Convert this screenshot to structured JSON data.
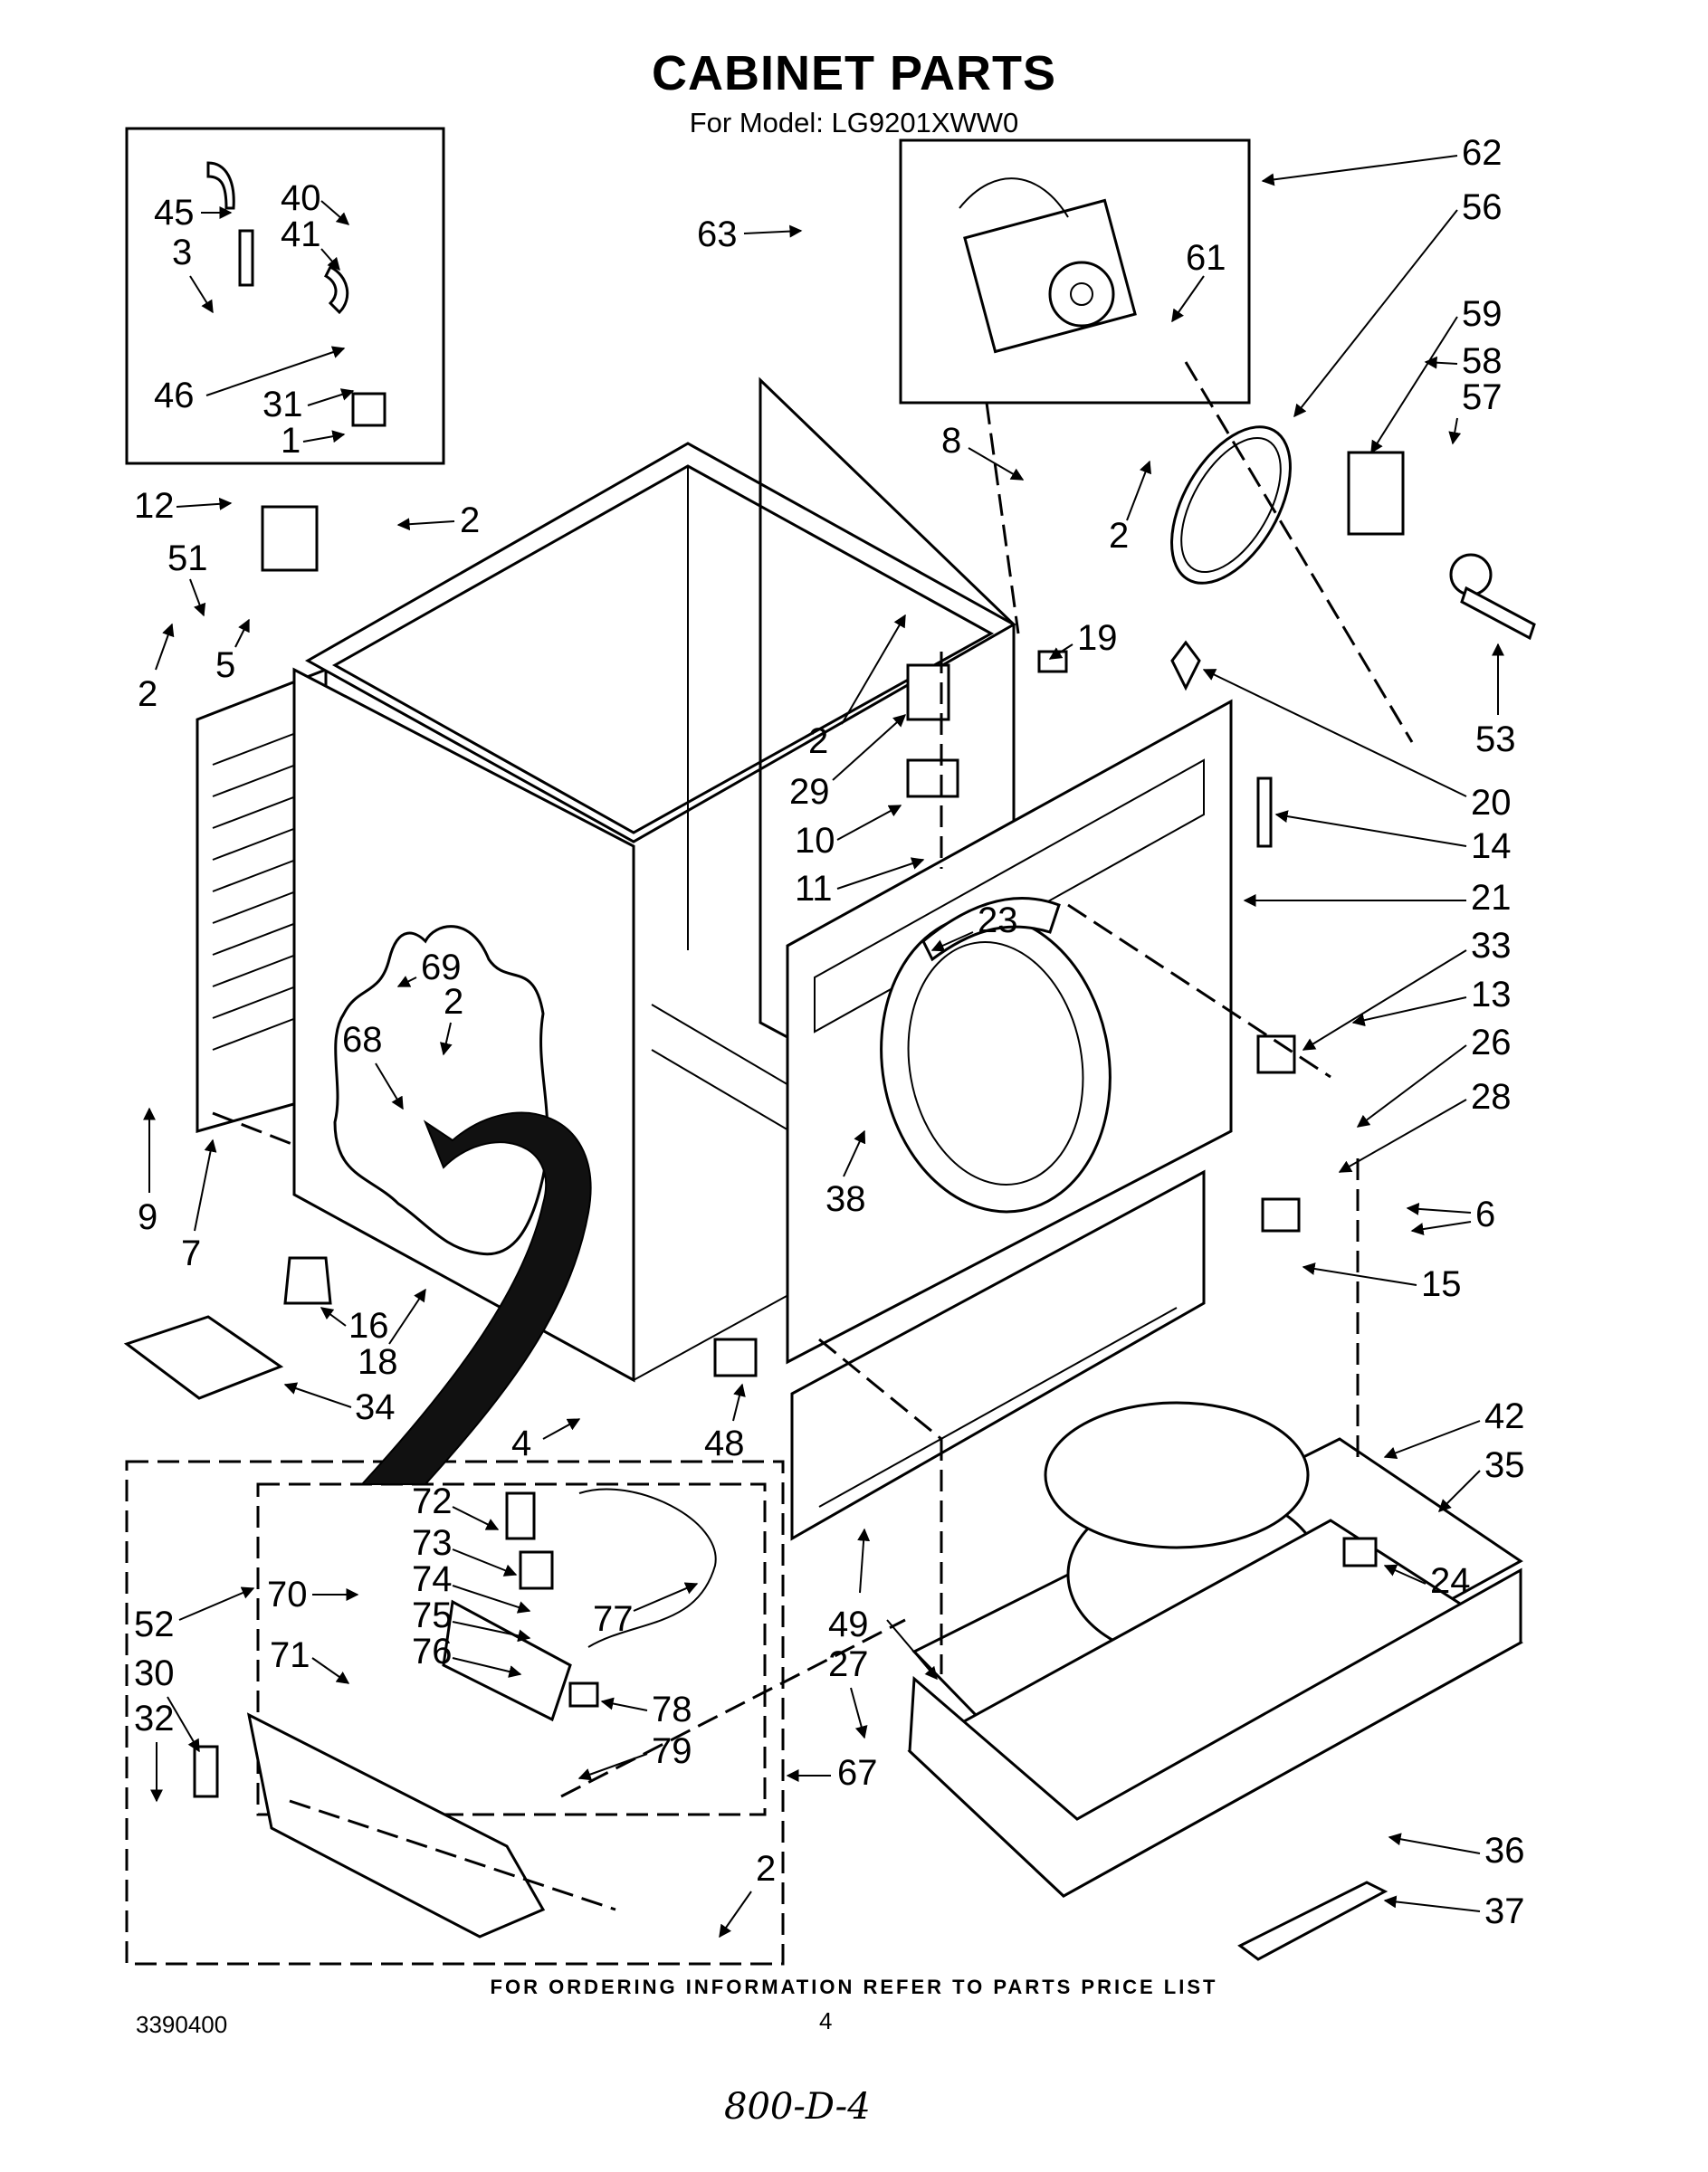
{
  "header": {
    "title": "CABINET PARTS",
    "subtitle": "For Model: LG9201XWW0"
  },
  "footer": {
    "notice": "FOR ORDERING INFORMATION REFER TO PARTS PRICE LIST",
    "doc_number": "3390400",
    "page_number": "4",
    "handwritten_note": "800-D-4"
  },
  "callouts": [
    {
      "id": "c45",
      "label": "45"
    },
    {
      "id": "c40",
      "label": "40"
    },
    {
      "id": "c41",
      "label": "41"
    },
    {
      "id": "c3",
      "label": "3"
    },
    {
      "id": "c46",
      "label": "46"
    },
    {
      "id": "c31",
      "label": "31"
    },
    {
      "id": "c1",
      "label": "1"
    },
    {
      "id": "c63",
      "label": "63"
    },
    {
      "id": "c62",
      "label": "62"
    },
    {
      "id": "c56",
      "label": "56"
    },
    {
      "id": "c61",
      "label": "61"
    },
    {
      "id": "c59",
      "label": "59"
    },
    {
      "id": "c58",
      "label": "58"
    },
    {
      "id": "c57",
      "label": "57"
    },
    {
      "id": "c8",
      "label": "8"
    },
    {
      "id": "c2a",
      "label": "2"
    },
    {
      "id": "c53",
      "label": "53"
    },
    {
      "id": "c12",
      "label": "12"
    },
    {
      "id": "c2b",
      "label": "2"
    },
    {
      "id": "c51",
      "label": "51"
    },
    {
      "id": "c2c",
      "label": "2"
    },
    {
      "id": "c5",
      "label": "5"
    },
    {
      "id": "c19",
      "label": "19"
    },
    {
      "id": "c2d",
      "label": "2"
    },
    {
      "id": "c29",
      "label": "29"
    },
    {
      "id": "c20",
      "label": "20"
    },
    {
      "id": "c14",
      "label": "14"
    },
    {
      "id": "c10",
      "label": "10"
    },
    {
      "id": "c11",
      "label": "11"
    },
    {
      "id": "c21",
      "label": "21"
    },
    {
      "id": "c23",
      "label": "23"
    },
    {
      "id": "c33",
      "label": "33"
    },
    {
      "id": "c69",
      "label": "69"
    },
    {
      "id": "c2e",
      "label": "2"
    },
    {
      "id": "c68",
      "label": "68"
    },
    {
      "id": "c13",
      "label": "13"
    },
    {
      "id": "c26",
      "label": "26"
    },
    {
      "id": "c28",
      "label": "28"
    },
    {
      "id": "c9",
      "label": "9"
    },
    {
      "id": "c7",
      "label": "7"
    },
    {
      "id": "c38",
      "label": "38"
    },
    {
      "id": "c6",
      "label": "6"
    },
    {
      "id": "c15",
      "label": "15"
    },
    {
      "id": "c16",
      "label": "16"
    },
    {
      "id": "c18",
      "label": "18"
    },
    {
      "id": "c34",
      "label": "34"
    },
    {
      "id": "c4",
      "label": "4"
    },
    {
      "id": "c48",
      "label": "48"
    },
    {
      "id": "c42",
      "label": "42"
    },
    {
      "id": "c35",
      "label": "35"
    },
    {
      "id": "c72",
      "label": "72"
    },
    {
      "id": "c73",
      "label": "73"
    },
    {
      "id": "c74",
      "label": "74"
    },
    {
      "id": "c75",
      "label": "75"
    },
    {
      "id": "c76",
      "label": "76"
    },
    {
      "id": "c77",
      "label": "77"
    },
    {
      "id": "c70",
      "label": "70"
    },
    {
      "id": "c71",
      "label": "71"
    },
    {
      "id": "c52",
      "label": "52"
    },
    {
      "id": "c30",
      "label": "30"
    },
    {
      "id": "c32",
      "label": "32"
    },
    {
      "id": "c78",
      "label": "78"
    },
    {
      "id": "c79",
      "label": "79"
    },
    {
      "id": "c49",
      "label": "49"
    },
    {
      "id": "c27",
      "label": "27"
    },
    {
      "id": "c24",
      "label": "24"
    },
    {
      "id": "c67",
      "label": "67"
    },
    {
      "id": "c2f",
      "label": "2"
    },
    {
      "id": "c36",
      "label": "36"
    },
    {
      "id": "c37",
      "label": "37"
    }
  ]
}
